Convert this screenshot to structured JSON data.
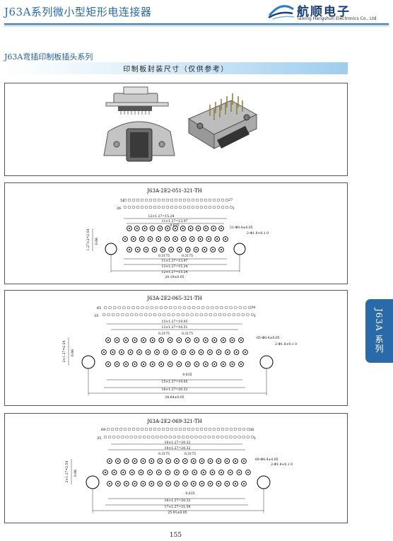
{
  "header": {
    "title": "J63A系列微小型矩形电连接器",
    "logo_name": "航顺电子",
    "logo_sub": "Taixing Hangshun Electronics Co., Ltd"
  },
  "series_title": "J63A弯插印制板插头系列",
  "section_banner": "印制板封装尺寸（仅供参考）",
  "side_tab": "J63A 系列",
  "page_number": "155",
  "drawings": [
    {
      "model": "J63A-2E2-051-321-TH",
      "pin_labels": {
        "top_left": "51",
        "top_right": "27",
        "bottom_left": "26",
        "bottom_right": "1"
      },
      "dims": [
        "12×1.27=15.24",
        "11×1.27=13.97",
        "0.635",
        "51-Φ0.4±0.05",
        "2-Φ1.8+0.1 0",
        "1.27×2=2.54",
        "0.66",
        "0.3175",
        "0.3175",
        "11×1.27=13.97",
        "12×1.27=15.24",
        "12×1.27=15.24",
        "20.19±0.05"
      ]
    },
    {
      "model": "J63A-2E2-065-321-TH",
      "pin_labels": {
        "top_left": "65",
        "top_right": "34",
        "bottom_left": "33",
        "bottom_right": "1"
      },
      "dims": [
        "15×1.27=19.05",
        "13×1.27=16.51",
        "0.3175",
        "0.3175",
        "65-Φ0.4±0.05",
        "2-Φ1.8+0.1 0",
        "2×1.27=2.54",
        "0.66",
        "0.635",
        "15×1.27=19.05",
        "16×1.27=20.32",
        "24.64±0.05"
      ]
    },
    {
      "model": "J63A-2E2-069-321-TH",
      "pin_labels": {
        "top_left": "69",
        "top_right": "36",
        "bottom_left": "35",
        "bottom_right": "1"
      },
      "dims": [
        "16×1.27=20.32",
        "16×1.27=20.32",
        "0.3175",
        "0.3175",
        "69-Φ0.4±0.05",
        "2-Φ1.8+0.1 0",
        "2×1.27=2.54",
        "0.66",
        "0.635",
        "16×1.27=20.32",
        "17×1.27=21.59",
        "25.91±0.05"
      ]
    }
  ],
  "colors": {
    "brand_blue": "#2a6aa8",
    "banner_blue": "#9fcdee"
  }
}
